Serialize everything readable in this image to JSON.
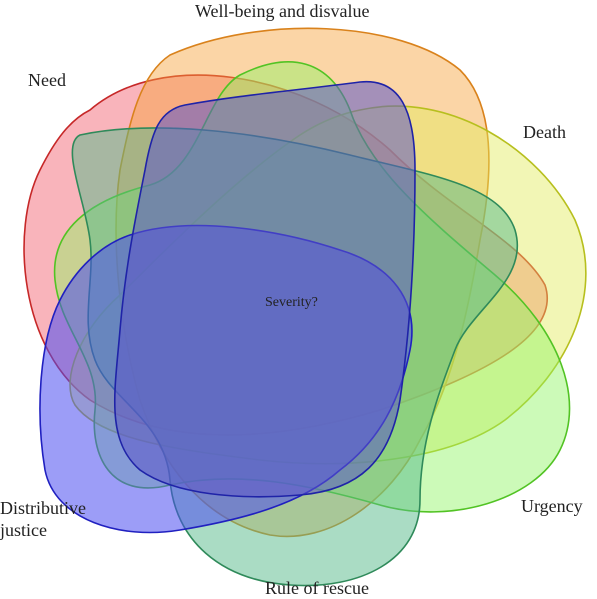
{
  "diagram": {
    "center_label": "Severity?",
    "sets": [
      {
        "key": "need",
        "label": "Need",
        "fill": "#f46a78",
        "stroke": "#c62828"
      },
      {
        "key": "wellbeing",
        "label": "Well-being and disvalue",
        "fill": "#f7a23a",
        "stroke": "#d9821c"
      },
      {
        "key": "death",
        "label": "Death",
        "fill": "#e2ea5a",
        "stroke": "#b7bf1e"
      },
      {
        "key": "urgency",
        "label": "Urgency",
        "fill": "#8ff562",
        "stroke": "#52c324"
      },
      {
        "key": "rescue",
        "label": "Rule of rescue",
        "fill": "#55b98a",
        "stroke": "#2f8a5a"
      },
      {
        "key": "distributive",
        "label": [
          "Distributive",
          "justice"
        ],
        "fill": "#4a4cf0",
        "stroke": "#2020c0"
      },
      {
        "key": "central",
        "label": "",
        "fill": "#5d57c8",
        "stroke": "#1f23a8"
      }
    ]
  }
}
